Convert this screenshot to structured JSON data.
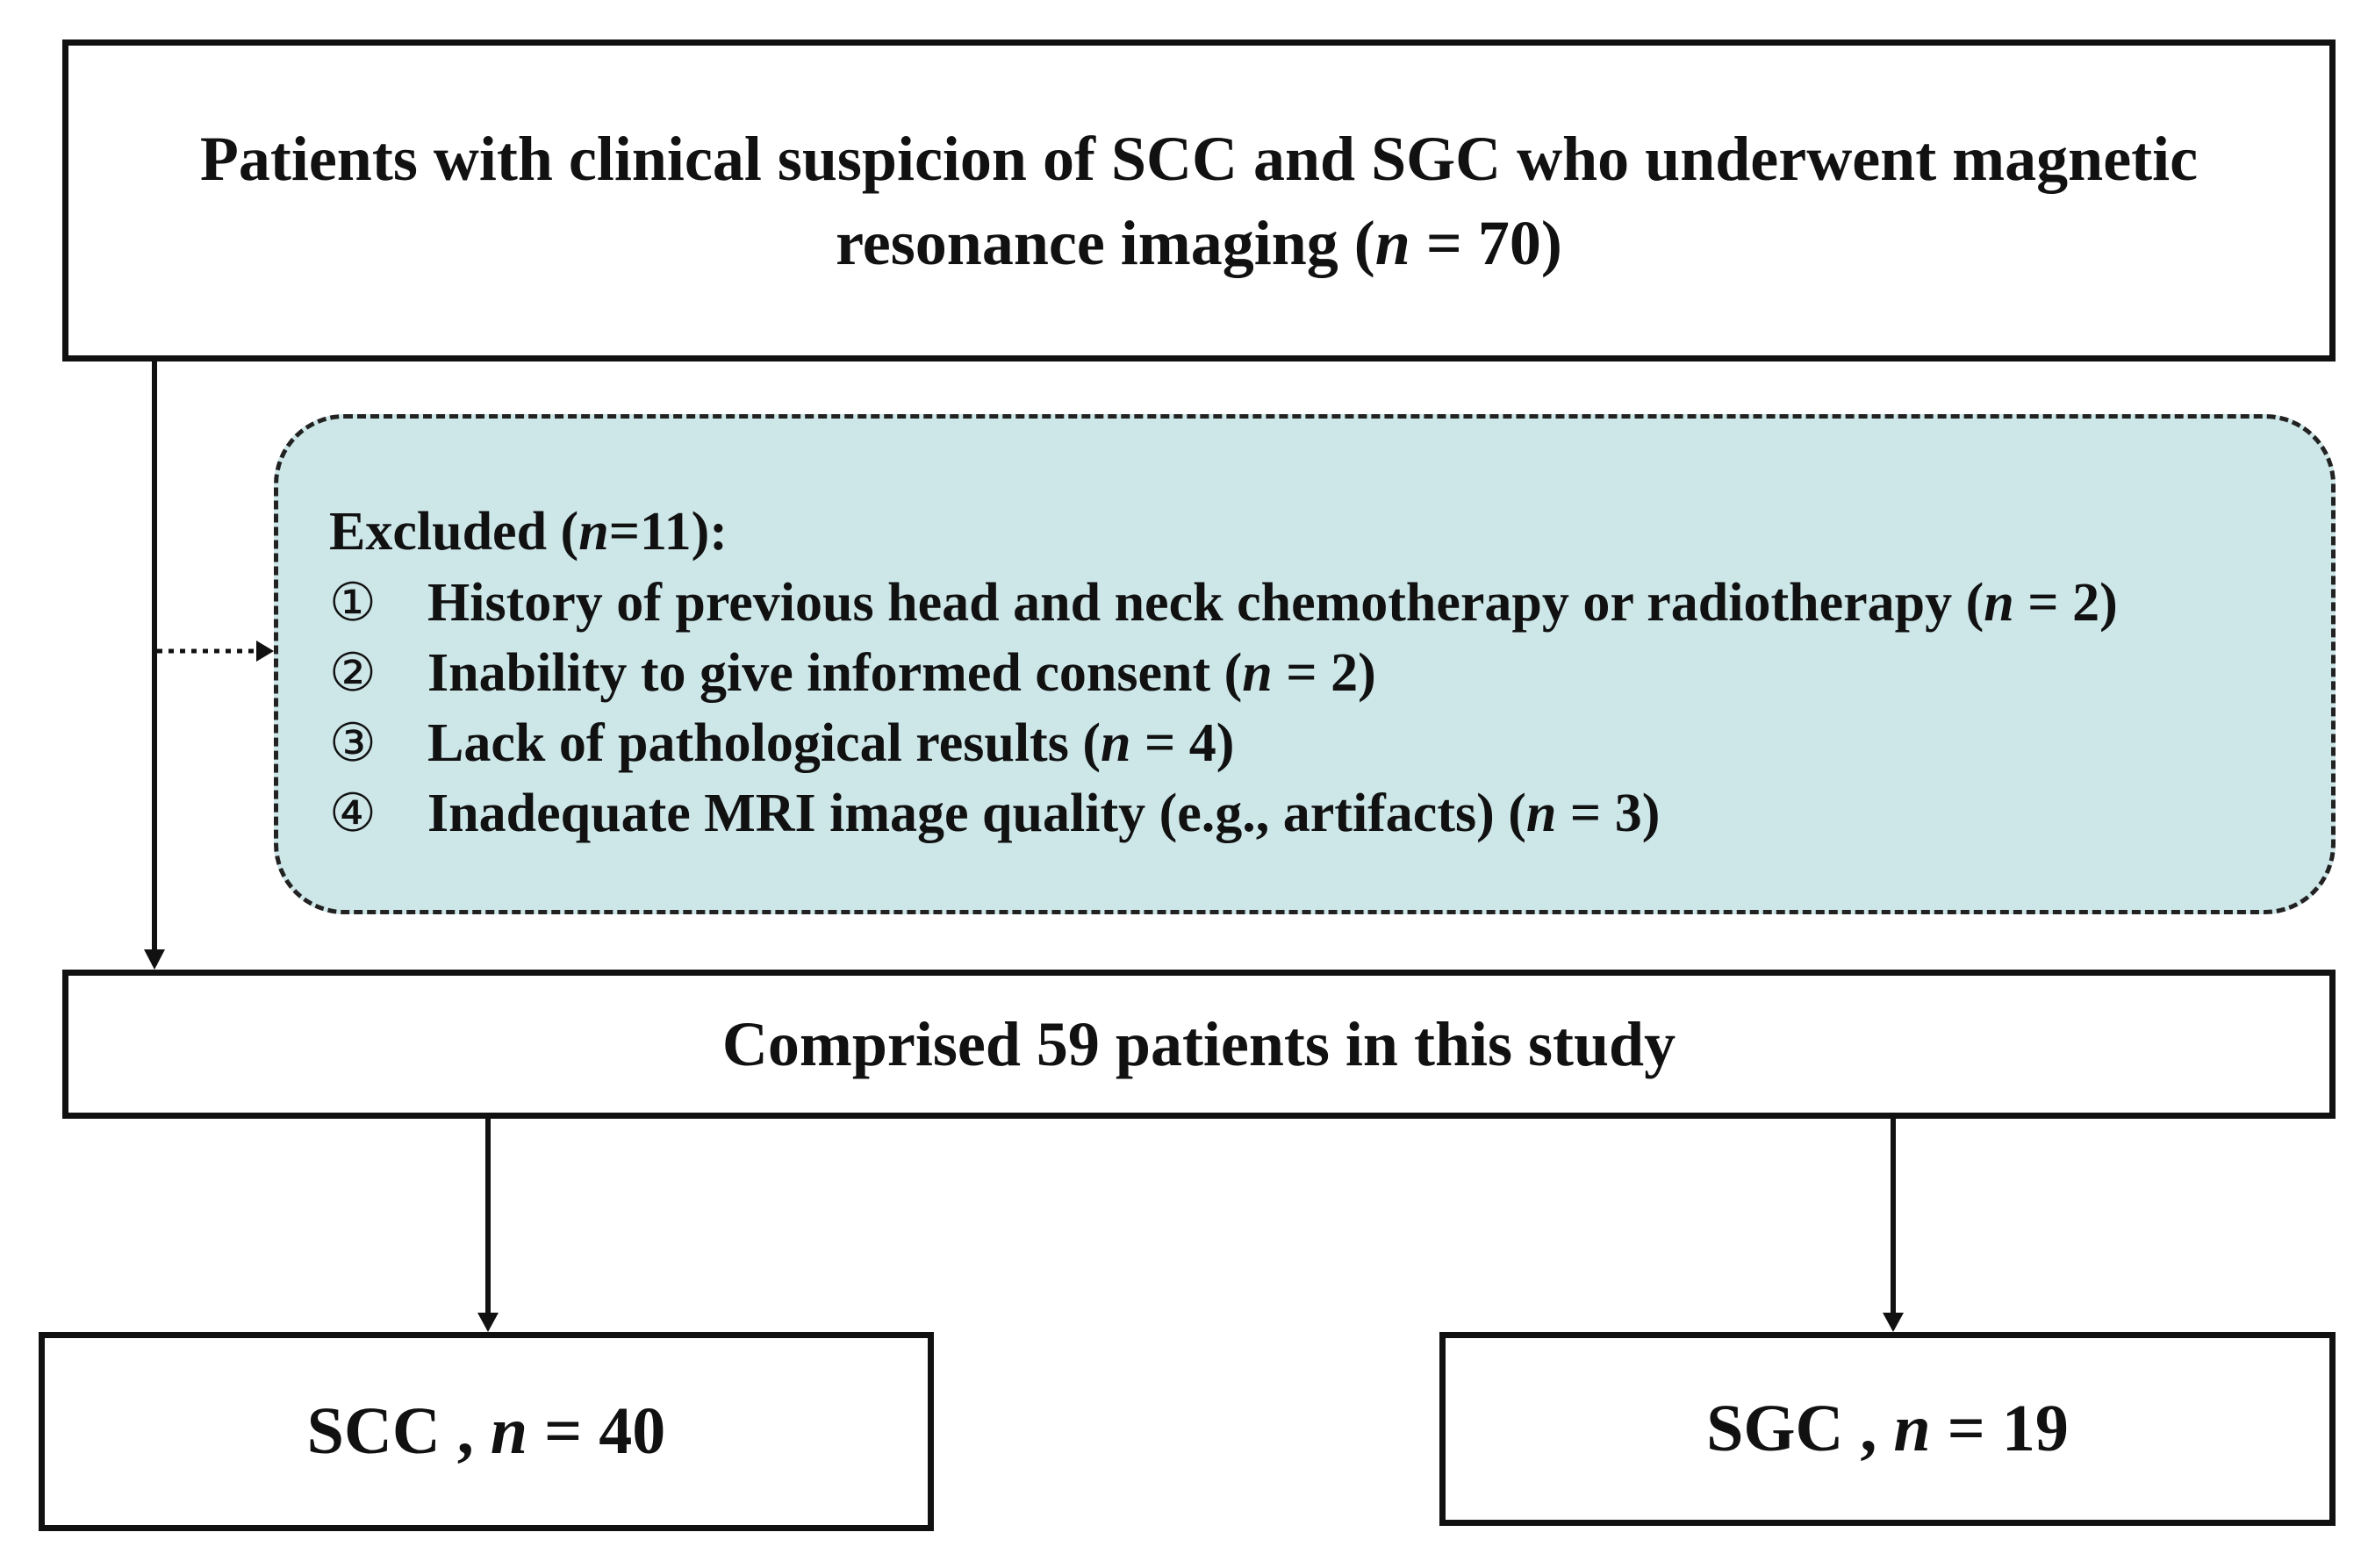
{
  "top": {
    "line1": "Patients with clinical suspicion of SCC and SGC who underwent magnetic",
    "line2_pre": "resonance imaging (",
    "line2_n": "n",
    "line2_post": " = 70)"
  },
  "excluded": {
    "title_pre": "Excluded (",
    "title_n": "n",
    "title_post": "=11):",
    "items": [
      {
        "num": "①",
        "text": "History of previous head and neck chemotherapy or radiotherapy (",
        "n": "n",
        "post": " = 2)"
      },
      {
        "num": "②",
        "text": "Inability to give informed consent (",
        "n": "n",
        "post": " = 2)"
      },
      {
        "num": "③",
        "text": "Lack of pathological results (",
        "n": "n",
        "post": " = 4)"
      },
      {
        "num": "④",
        "text": "Inadequate MRI image quality (e.g., artifacts) (",
        "n": "n",
        "post": " = 3)"
      }
    ]
  },
  "middle": {
    "label": "Comprised 59 patients in this study"
  },
  "groups": {
    "scc": {
      "pre": "SCC , ",
      "n": "n",
      "post": " = 40"
    },
    "sgc": {
      "pre": "SGC , ",
      "n": "n",
      "post": " = 19"
    }
  },
  "colors": {
    "excluded_fill": "#cde6e8",
    "stroke": "#111111"
  }
}
